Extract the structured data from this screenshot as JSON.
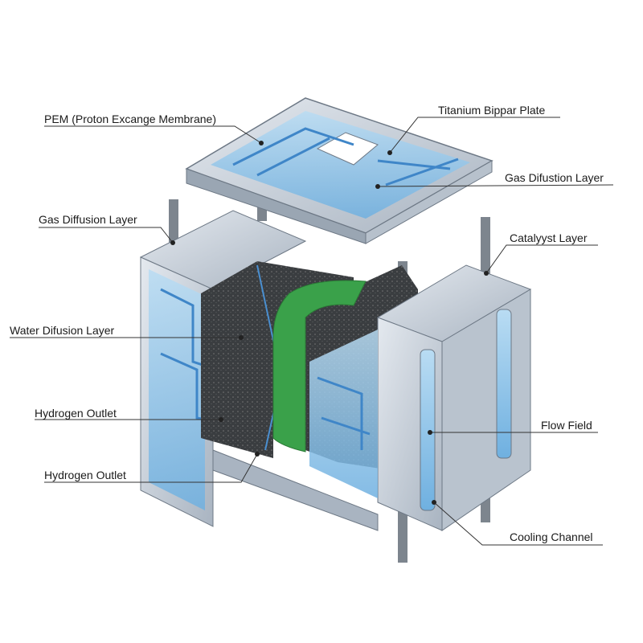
{
  "labels": {
    "pem": "PEM (Proton Excange Membrane)",
    "titanium_plate": "Titanium Bippar Plate",
    "gas_difustion_layer": "Gas Difustion Layer",
    "gas_diffusion_layer": "Gas Diffusion Layer",
    "catalyst_layer": "Catalyyst Layer",
    "water_diffusion_layer": "Water Difusion Layer",
    "hydrogen_outlet_upper": "Hydrogen Outlet",
    "flow_field": "Flow Field",
    "hydrogen_outlet_lower": "Hydrogen Outlet",
    "cooling_channel": "Cooling Channel"
  },
  "colors": {
    "metal": "#c9d2dc",
    "metal_dark": "#8e9aa8",
    "channel_blue": "#8fc3e8",
    "porous": "#3a3d40",
    "membrane": "#3aa14a",
    "leader": "#333333"
  }
}
